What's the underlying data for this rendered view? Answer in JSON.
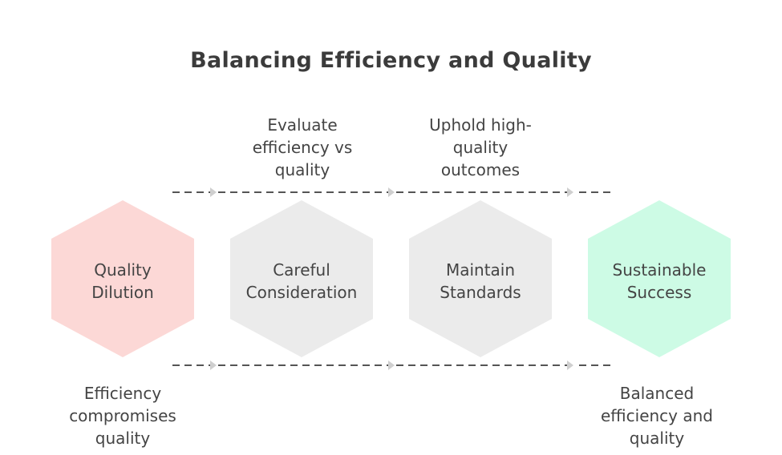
{
  "title": "Balancing Efficiency and Quality",
  "stages": [
    {
      "label": "Quality\nDilution",
      "fill": "#fcd8d6"
    },
    {
      "label": "Careful\nConsideration",
      "fill": "#ebebeb"
    },
    {
      "label": "Maintain\nStandards",
      "fill": "#ebebeb"
    },
    {
      "label": "Sustainable\nSuccess",
      "fill": "#cdfbe5"
    }
  ],
  "top_captions": [
    "Evaluate\nefficiency vs\nquality",
    "Uphold high-\nquality\noutcomes"
  ],
  "bottom_captions": [
    "Efficiency\ncompromises\nquality",
    "Balanced\nefficiency and\nquality"
  ],
  "colors": {
    "line": "#555555",
    "arrow": "#cfcfcf"
  }
}
